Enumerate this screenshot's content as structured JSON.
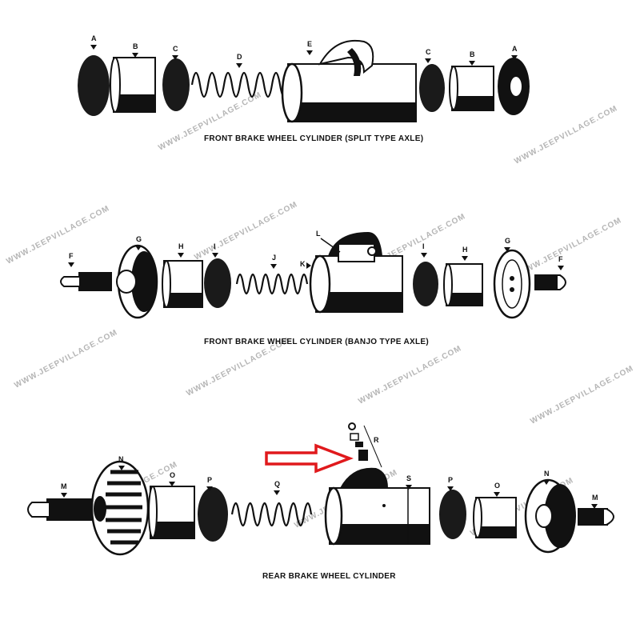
{
  "captions": {
    "front_split": "FRONT BRAKE WHEEL CYLINDER (SPLIT TYPE AXLE)",
    "front_banjo": "FRONT BRAKE WHEEL CYLINDER (BANJO TYPE AXLE)",
    "rear": "REAR BRAKE WHEEL CYLINDER"
  },
  "labels": {
    "A": "A",
    "B": "B",
    "C": "C",
    "D": "D",
    "E": "E",
    "F": "F",
    "G": "G",
    "H": "H",
    "I": "I",
    "J": "J",
    "K": "K",
    "L": "L",
    "M": "M",
    "N": "N",
    "O": "O",
    "P": "P",
    "Q": "Q",
    "R": "R",
    "S": "S"
  },
  "watermark": "WWW.JEEPVILLAGE.COM",
  "colors": {
    "ink": "#111111",
    "arrow": "#e0191c",
    "watermark": "#b5b5b5"
  }
}
